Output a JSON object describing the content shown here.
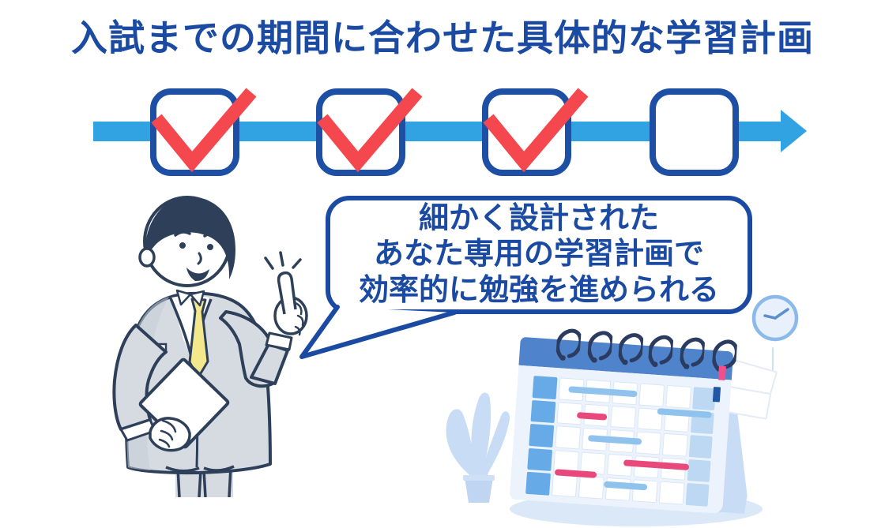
{
  "title": "入試までの期間に合わせた具体的な学習計画",
  "timeline": {
    "description": "progress-checkboxes-on-arrow",
    "checkboxes": [
      {
        "checked": true
      },
      {
        "checked": true
      },
      {
        "checked": true
      },
      {
        "checked": false
      }
    ]
  },
  "speech_bubble": {
    "lines": [
      "細かく設計された",
      "あなた専用の学習計画で",
      "効率的に勉強を進められる"
    ]
  },
  "illustration": {
    "icons": [
      "checkmark-icon",
      "right-arrow-icon",
      "desk-calendar-icon",
      "clock-icon",
      "potted-plant-icon",
      "clipboard-icon",
      "businessman-pointing"
    ]
  },
  "colors": {
    "primary_blue": "#1b4aa2",
    "checkbox_border_blue": "#1d4fa5",
    "arrow_blue": "#31a2e2",
    "check_red": "#f4484e",
    "outline_navy": "#2e4059",
    "suit_gray": "#d6dbe2",
    "tie_yellow": "#f3e98c",
    "calendar_header_blue": "#4f83cb",
    "schedule_bar_blue": "#8fc3ee",
    "schedule_bar_pink": "#e8487c",
    "soft_blue": "#c9dcf6"
  }
}
